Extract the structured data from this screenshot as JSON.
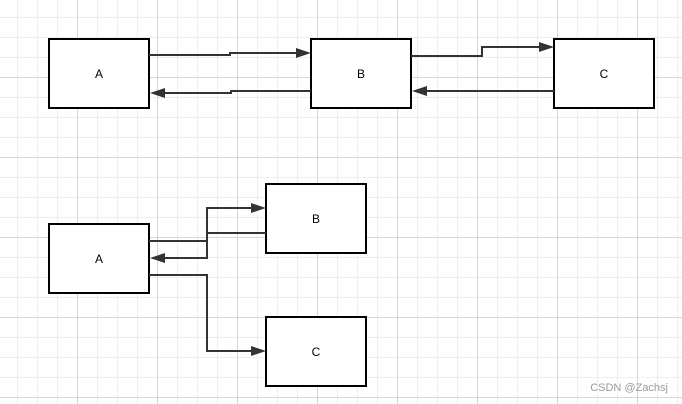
{
  "diagrams": [
    {
      "nodes": [
        {
          "id": "A",
          "label": "A"
        },
        {
          "id": "B",
          "label": "B"
        },
        {
          "id": "C",
          "label": "C"
        }
      ],
      "edges": [
        {
          "from": "A",
          "to": "B"
        },
        {
          "from": "B",
          "to": "A"
        },
        {
          "from": "B",
          "to": "C"
        },
        {
          "from": "C",
          "to": "B"
        }
      ]
    },
    {
      "nodes": [
        {
          "id": "A",
          "label": "A"
        },
        {
          "id": "B",
          "label": "B"
        },
        {
          "id": "C",
          "label": "C"
        }
      ],
      "edges": [
        {
          "from": "A",
          "to": "B"
        },
        {
          "from": "B",
          "to": "A"
        },
        {
          "from": "A",
          "to": "C"
        }
      ]
    }
  ],
  "watermark": "CSDN @Zachsj",
  "colors": {
    "box_stroke": "#000000",
    "edge": "#333333",
    "grid": "#d6d6d6",
    "watermark": "#9a9a9a"
  }
}
